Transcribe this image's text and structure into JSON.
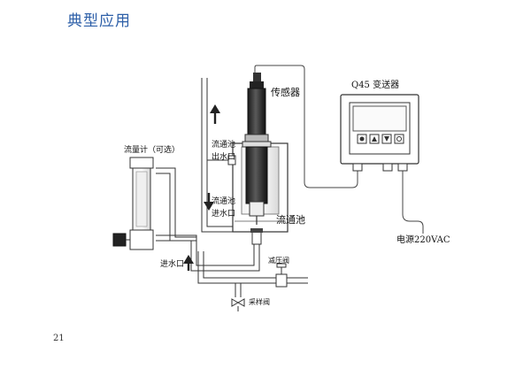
{
  "page": {
    "title": "典型应用",
    "page_number": "21"
  },
  "diagram": {
    "labels": {
      "sensor": "传感器",
      "transmitter": "Q45  变送器",
      "flowmeter": "流量计（可选）",
      "flow_cell_outlet_1": "流通池",
      "flow_cell_outlet_2": "出水口",
      "flow_cell_inlet_1": "流通池",
      "flow_cell_inlet_2": "进水口",
      "flow_cell": "流通池",
      "power": "电源220VAC",
      "water_inlet": "进水口",
      "pressure_valve": "减压阀",
      "sampling_valve": "采样阀"
    },
    "icons": {
      "flow_up_arrow": "arrow-up-icon",
      "flow_down_arrow": "arrow-down-icon",
      "inlet_up_arrow": "arrow-up-icon",
      "display_buttons": "control-buttons-icon"
    },
    "colors": {
      "line": "#333333",
      "accent_title": "#2d5fa8"
    }
  }
}
